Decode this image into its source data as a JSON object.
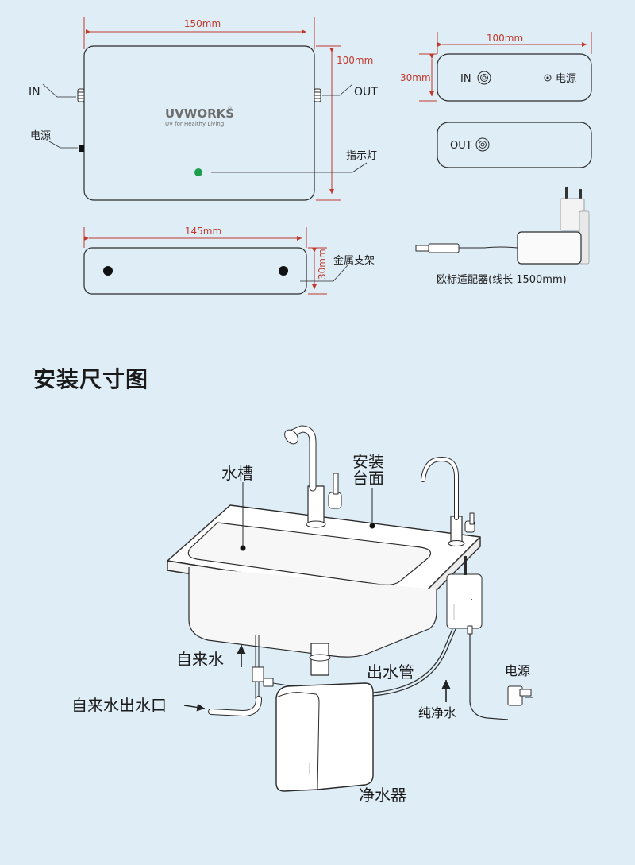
{
  "top": {
    "main_unit": {
      "width_dim": "150mm",
      "height_dim": "100mm",
      "in_label": "IN",
      "out_label": "OUT",
      "power_label": "电源",
      "indicator_label": "指示灯",
      "brand": "UVWORKS",
      "brand_mark": "®",
      "tagline": "UV for Healthy Living"
    },
    "bracket": {
      "width_dim": "145mm",
      "height_dim": "30mm",
      "label": "金属支架"
    },
    "side_views": {
      "width_dim": "100mm",
      "height_dim": "30mm",
      "in_label": "IN",
      "power_label": "电源",
      "out_label": "OUT"
    },
    "adapter": {
      "label": "欧标适配器(线长 1500mm)"
    }
  },
  "install": {
    "title": "安装尺寸图",
    "sink_label": "水槽",
    "countertop_label_line1": "安装",
    "countertop_label_line2": "台面",
    "tap_water_label": "自来水",
    "tap_outlet_label": "自来水出水口",
    "outlet_pipe_label": "出水管",
    "pure_water_label": "纯净水",
    "power_label": "电源",
    "purifier_label": "净水器"
  },
  "colors": {
    "background": "#dfedf7",
    "outline": "#2b2b2b",
    "dimension": "#c0392b",
    "indicator": "#1e9e4a"
  }
}
